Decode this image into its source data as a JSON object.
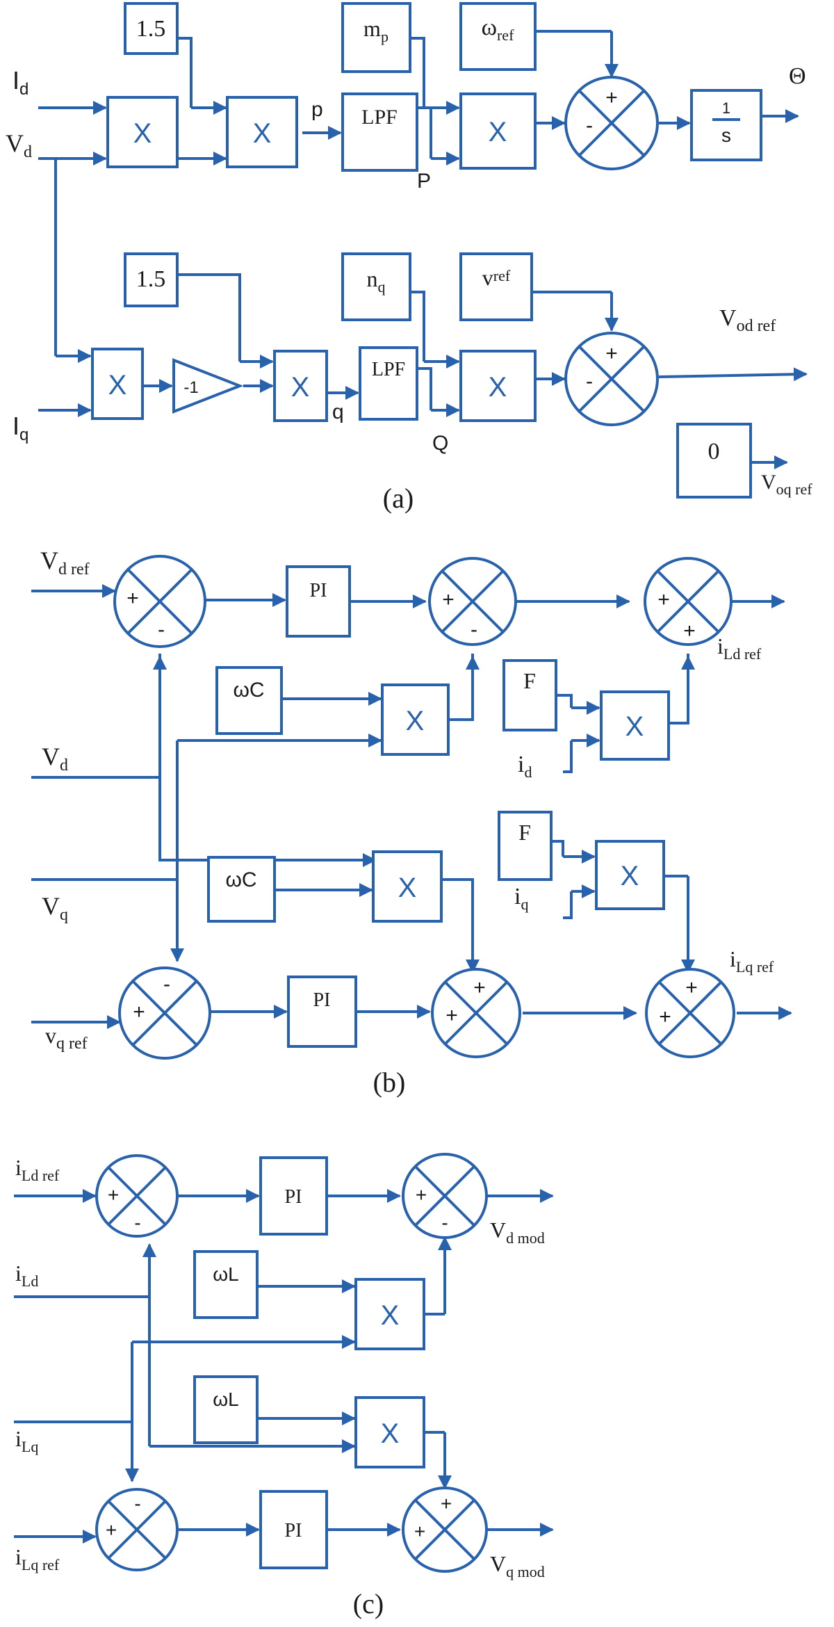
{
  "colors": {
    "line": "#2962ac",
    "text": "#1a1a1a"
  },
  "panel_a": {
    "caption": "(a)",
    "const_1": "1.5",
    "const_2": "1.5",
    "mp_main": "m",
    "mp_sub": "p",
    "wref_main": "ω",
    "wref_sub": "ref",
    "nq_main": "n",
    "nq_sub": "q",
    "vref_main": "v",
    "vref_sub": "ref",
    "zero": "0",
    "mult": "X",
    "lpf_1": "LPF",
    "lpf_2": "LPF",
    "gain": "-1",
    "integ_num": "1",
    "integ_den": "s",
    "in_id_main": "I",
    "in_id_sub": "d",
    "in_vd_main": "V",
    "in_vd_sub": "d",
    "in_iq_main": "I",
    "in_iq_sub": "q",
    "sig_p": "p",
    "sig_P": "P",
    "sig_q": "q",
    "sig_Q": "Q",
    "out_theta": "Θ",
    "out_vodref_main": "V",
    "out_vodref_sub": "od ref",
    "out_voqref_main": "V",
    "out_voqref_sub": "oq ref",
    "plus": "+",
    "minus": "-"
  },
  "panel_b": {
    "caption": "(b)",
    "pi": "PI",
    "wc": "ωC",
    "f": "F",
    "mult": "X",
    "in_vdref_main": "V",
    "in_vdref_sub": "d ref",
    "in_vd_main": "V",
    "in_vd_sub": "d",
    "in_vq_main": "V",
    "in_vq_sub": "q",
    "in_vqref_main": "v",
    "in_vqref_sub": "q ref",
    "in_id_main": "i",
    "in_id_sub": "d",
    "in_iq_main": "i",
    "in_iq_sub": "q",
    "out_ildref_main": "i",
    "out_ildref_sub": "Ld ref",
    "out_ilqref_main": "i",
    "out_ilqref_sub": "Lq ref",
    "plus": "+",
    "minus": "-"
  },
  "panel_c": {
    "caption": "(c)",
    "pi": "PI",
    "wl": "ωL",
    "mult": "X",
    "in_ildref_main": "i",
    "in_ildref_sub": "Ld ref",
    "in_ild_main": "i",
    "in_ild_sub": "Ld",
    "in_ilq_main": "i",
    "in_ilq_sub": "Lq",
    "in_ilqref_main": "i",
    "in_ilqref_sub": "Lq ref",
    "out_vdmod_main": "V",
    "out_vdmod_sub": "d mod",
    "out_vqmod_main": "V",
    "out_vqmod_sub": "q mod",
    "plus": "+",
    "minus": "-"
  }
}
